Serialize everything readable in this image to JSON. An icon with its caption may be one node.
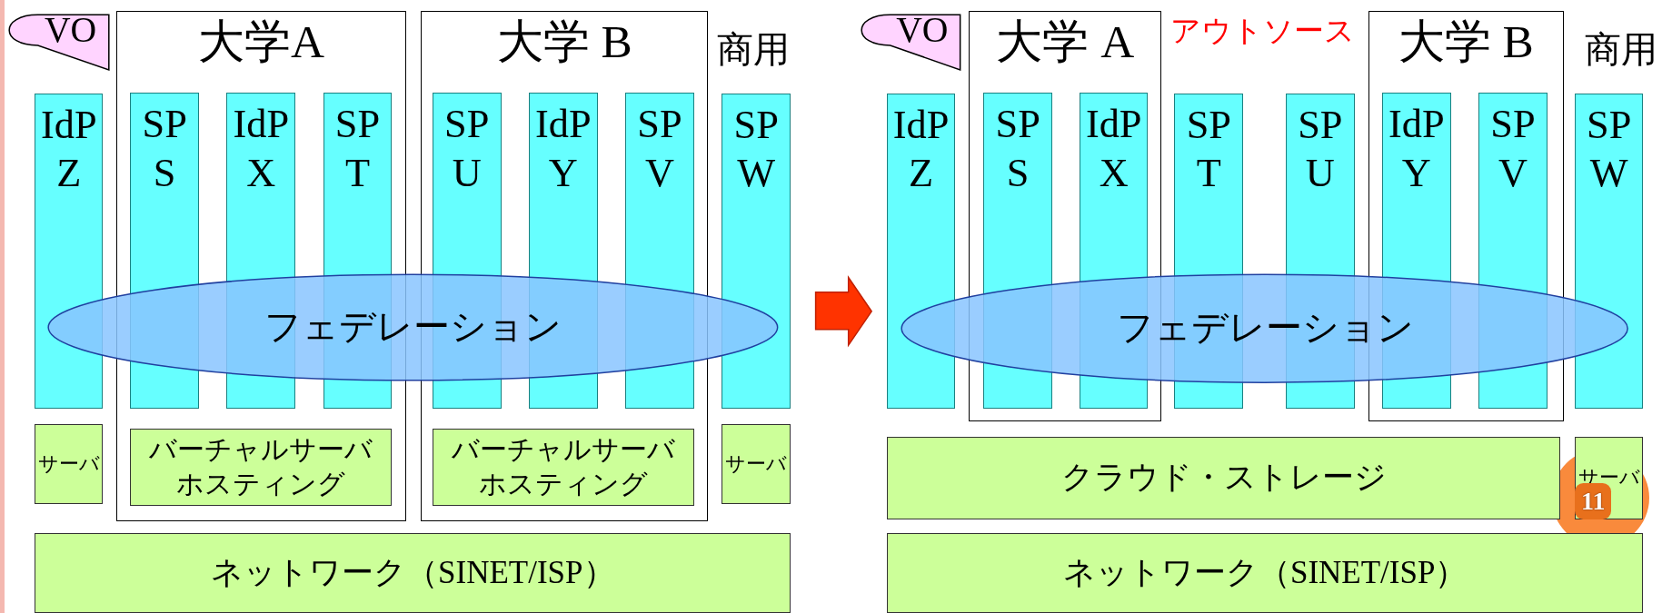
{
  "diagram": {
    "nodes": [
      {
        "text": [
          "VO"
        ]
      },
      {
        "text": [
          "大学A"
        ]
      },
      {
        "text": [
          "大学 B"
        ]
      },
      {
        "text": [
          "IdP Z"
        ]
      },
      {
        "text": [
          "SP S"
        ],
        "in": 1
      },
      {
        "text": [
          "IdP X"
        ],
        "in": 1
      },
      {
        "text": [
          "SP T"
        ],
        "in": 1
      },
      {
        "text": [
          "SP U"
        ],
        "in": 2
      },
      {
        "text": [
          "IdP Y"
        ],
        "in": 2
      },
      {
        "text": [
          "SP V"
        ],
        "in": 2
      },
      {
        "text": [
          "SP W"
        ]
      },
      {
        "text": [
          "フェデレーション"
        ]
      },
      {
        "text": [
          "サーバ"
        ]
      },
      {
        "text": [
          "バーチャルサーバホスティング"
        ],
        "in": 1
      },
      {
        "text": [
          "バーチャルサーバホスティング"
        ],
        "in": 2
      },
      {
        "text": [
          "サーバ"
        ]
      },
      {
        "text": [
          "ネットワーク（SINET/ISP）"
        ]
      },
      {
        "text": [
          "VO"
        ]
      },
      {
        "text": [
          "大学 A"
        ]
      },
      {
        "text": [
          "大学 B"
        ]
      },
      {
        "text": [
          "IdP Z"
        ]
      },
      {
        "text": [
          "SP S"
        ],
        "in": 18
      },
      {
        "text": [
          "IdP X"
        ],
        "in": 18
      },
      {
        "text": [
          "SP T"
        ]
      },
      {
        "text": [
          "SP U"
        ]
      },
      {
        "text": [
          "IdP Y"
        ],
        "in": 19
      },
      {
        "text": [
          "SP V"
        ],
        "in": 19
      },
      {
        "text": [
          "SP W"
        ]
      },
      {
        "text": [
          "フェデレーション"
        ]
      },
      {
        "text": [
          "クラウド・ストレージ"
        ]
      },
      {
        "text": [
          "サーバ"
        ]
      },
      {
        "text": [
          "ネットワーク（SINET/ISP）"
        ]
      }
    ],
    "edges": [
      {
        "from": 10,
        "to": 20,
        "arrow": "to"
      }
    ],
    "labels": [
      "商用",
      "アウトソース",
      "商用",
      "11"
    ]
  }
}
